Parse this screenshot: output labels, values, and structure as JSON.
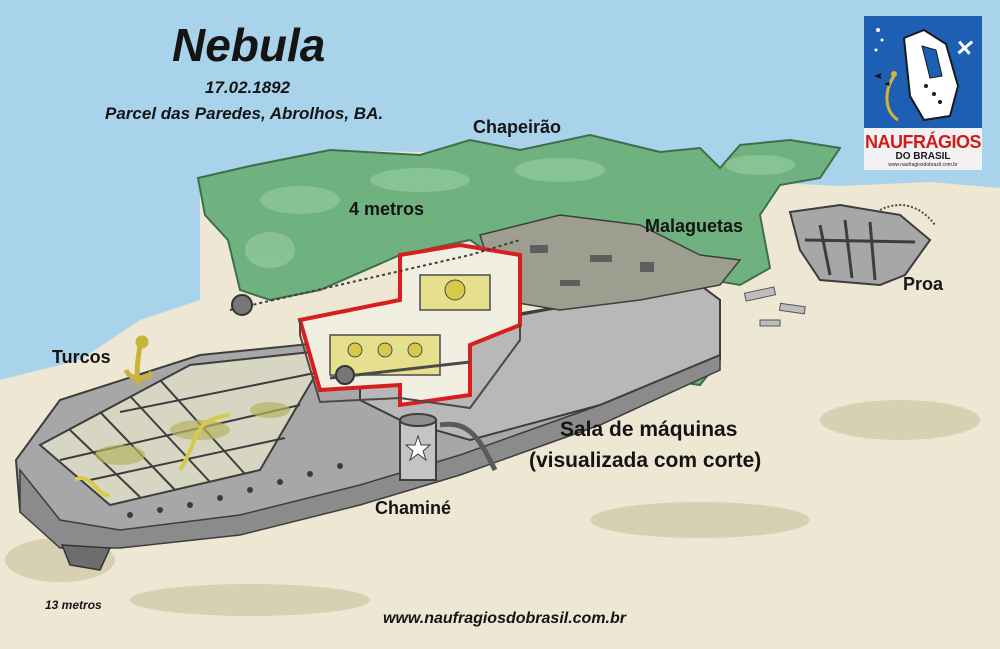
{
  "title": "Nebula",
  "date": "17.02.1892",
  "location": "Parcel das Paredes, Abrolhos, BA.",
  "labels": {
    "chapeirao": "Chapeirão",
    "depth_top": "4 metros",
    "malaguetas": "Malaguetas",
    "proa": "Proa",
    "turcos": "Turcos",
    "sala_line1": "Sala de máquinas",
    "sala_line2": "(visualizada com corte)",
    "chamine": "Chaminé",
    "depth_bottom": "13 metros"
  },
  "website": "www.naufragiosdobrasil.com.br",
  "logo": {
    "name": "NAUFRÁGIOS",
    "subtitle": "DO BRASIL",
    "url": "www.naufragiosdobrasil.com.br"
  },
  "colors": {
    "sea": "#a9d3ea",
    "sand": "#ede7d3",
    "reef": "#6fb27f",
    "hull": "#a7a7a7",
    "cutaway_outline": "#d81e1e",
    "machinery": "#e6e08e",
    "logo_blue": "#1d5fb3",
    "logo_red": "#d11b1b"
  },
  "icons": [
    "anchor-icon",
    "star-icon",
    "ship-icon",
    "airplane-icon"
  ]
}
